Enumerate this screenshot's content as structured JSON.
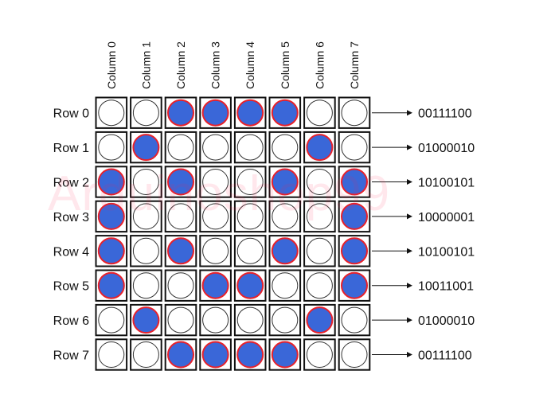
{
  "columns": [
    "Column 0",
    "Column 1",
    "Column 2",
    "Column 3",
    "Column 4",
    "Column 5",
    "Column 6",
    "Column 7"
  ],
  "rows": [
    {
      "label": "Row 0",
      "bits": "00111100"
    },
    {
      "label": "Row 1",
      "bits": "01000010"
    },
    {
      "label": "Row 2",
      "bits": "10100101"
    },
    {
      "label": "Row 3",
      "bits": "10000001"
    },
    {
      "label": "Row 4",
      "bits": "10100101"
    },
    {
      "label": "Row 5",
      "bits": "10011001"
    },
    {
      "label": "Row 6",
      "bits": "01000010"
    },
    {
      "label": "Row 7",
      "bits": "00111100"
    }
  ],
  "watermark": "Arduinoshop99",
  "colors": {
    "led_on": "#3a67d8",
    "led_on_ring": "#e8212a",
    "led_off": "#ffffff",
    "cell_border": "#111111",
    "text": "#111111"
  }
}
